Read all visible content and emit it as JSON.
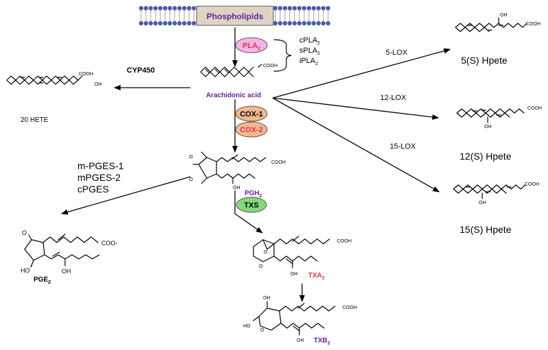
{
  "membrane": {
    "label": "Phospholipids"
  },
  "enzymes": {
    "pla2": {
      "label": "PLA",
      "sub": "2",
      "color": "#e8304d",
      "fill": "#f7b4e8"
    },
    "cox1": {
      "label": "COX-1",
      "color": "#000000",
      "fill": "#f2b88e"
    },
    "cox2": {
      "label": "COX-2",
      "color": "#e8304d",
      "fill": "#f2b88e"
    },
    "txs": {
      "label": "TXS",
      "color": "#000000",
      "fill": "#84d87a"
    }
  },
  "pla2_isoforms": [
    {
      "base": "cPLA",
      "sub": "2"
    },
    {
      "base": "sPLA",
      "sub": "2"
    },
    {
      "base": "iPLA",
      "sub": "2"
    }
  ],
  "pathway_labels": {
    "cyp450": "CYP450",
    "lox5": "5-LOX",
    "lox12": "12-LOX",
    "lox15": "15-LOX",
    "pges": [
      "m-PGES-1",
      "mPGES-2",
      "cPGES"
    ]
  },
  "compounds": {
    "arachidonic_acid": {
      "label": "Arachidonic acid",
      "color": "#6a1fa0"
    },
    "hete20": {
      "label": "20 HETE"
    },
    "hpete5": {
      "label": "5(S) Hpete"
    },
    "hpete12": {
      "label": "12(S) Hpete"
    },
    "hpete15": {
      "label": "15(S) Hpete"
    },
    "pgh2": {
      "base": "PGH",
      "sub": "2",
      "color": "#6a1fa0"
    },
    "pge2": {
      "base": "PGE",
      "sub": "2",
      "color": "#000000"
    },
    "txa2": {
      "base": "TXA",
      "sub": "2",
      "color": "#e8304d"
    },
    "txb2": {
      "base": "TXB",
      "sub": "2",
      "color": "#6a1fa0"
    }
  },
  "atom_labels": {
    "cooh": "COOH",
    "oh": "OH",
    "o": "O",
    "ho": "HO",
    "coo_minus": "COO-"
  },
  "colors": {
    "membrane_head": "#4a5ea8",
    "membrane_box": "#ddd5c4",
    "purple_text": "#6a1fa0",
    "red_text": "#e8304d"
  }
}
